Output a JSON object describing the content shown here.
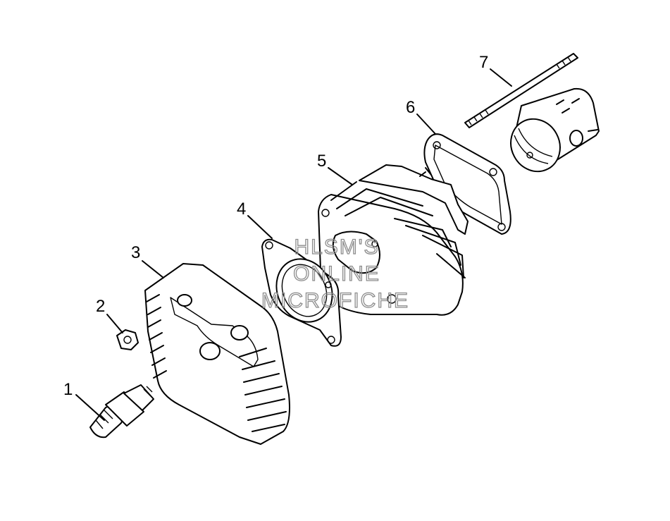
{
  "callouts": [
    {
      "label": "1",
      "part": "spark-plug"
    },
    {
      "label": "2",
      "part": "nut"
    },
    {
      "label": "3",
      "part": "cylinder-head"
    },
    {
      "label": "4",
      "part": "head-gasket"
    },
    {
      "label": "5",
      "part": "cylinder"
    },
    {
      "label": "6",
      "part": "base-gasket"
    },
    {
      "label": "7",
      "part": "stud-bolt"
    }
  ],
  "watermark": {
    "line1": "HLSM'S",
    "line2": "ONLINE",
    "line3": "MICROFICHE"
  },
  "colors": {
    "ink": "#000000",
    "watermark": "#8c8c8c",
    "background": "#ffffff"
  }
}
